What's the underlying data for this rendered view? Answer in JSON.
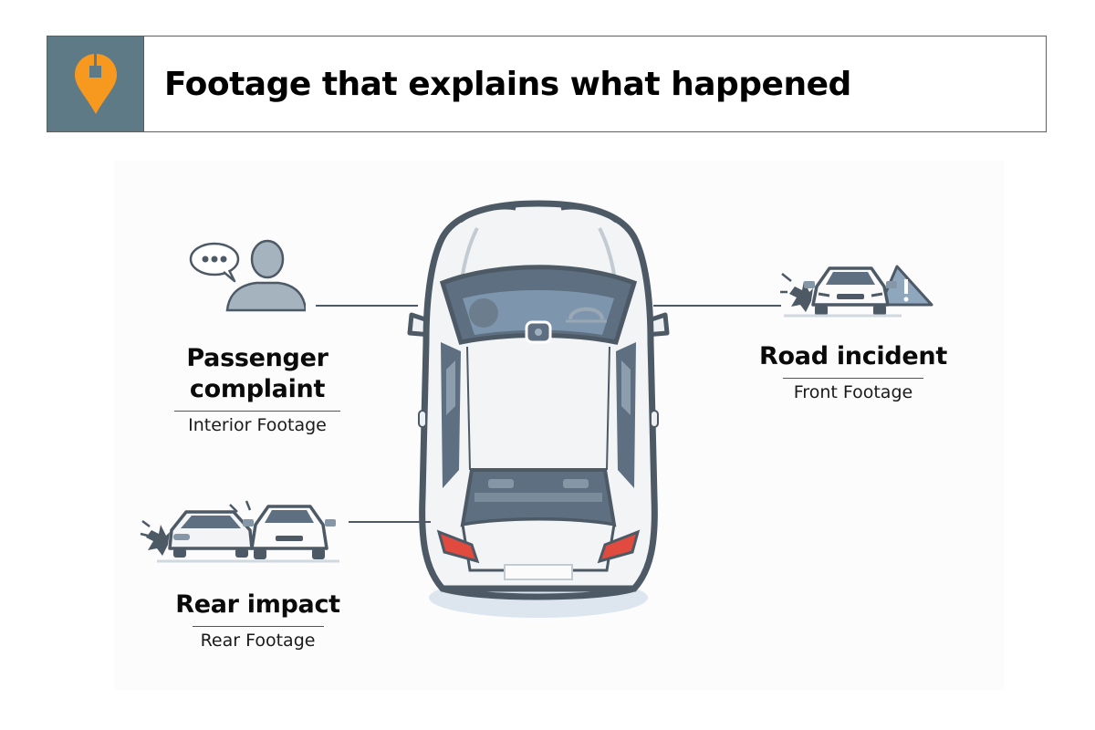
{
  "header": {
    "title": "Footage that explains what happened",
    "icon": "map-pin-icon",
    "icon_bg_color": "#5E7A87",
    "icon_color": "#F7991F"
  },
  "diagram": {
    "center": {
      "icon": "car-top-view-icon",
      "camera": "dashcam-icon"
    },
    "callouts": [
      {
        "id": "passenger",
        "icon": "passenger-speech-icon",
        "title_line1": "Passenger",
        "title_line2": "complaint",
        "subtitle": "Interior Footage"
      },
      {
        "id": "road",
        "icon": "front-collision-warning-icon",
        "title": "Road incident",
        "subtitle": "Front Footage"
      },
      {
        "id": "rear",
        "icon": "rear-collision-icon",
        "title": "Rear impact",
        "subtitle": "Rear Footage"
      }
    ]
  },
  "colors": {
    "stroke": "#4d5a66",
    "body": "#f2f4f6",
    "glass": "#5d6f80",
    "taillight": "#e04a3f",
    "accent": "#F7991F"
  }
}
